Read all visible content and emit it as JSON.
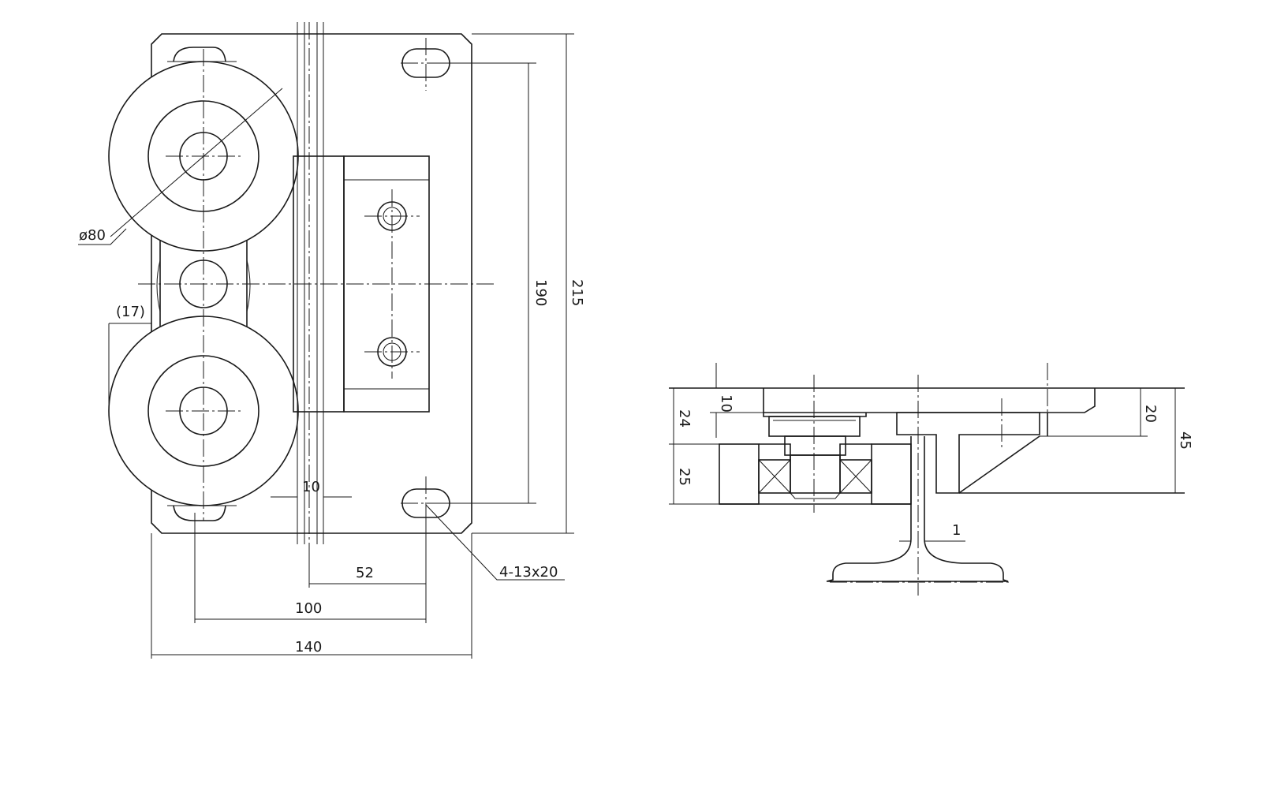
{
  "dimensions": {
    "wheel_diameter": "ø80",
    "offset_17": "(17)",
    "rail_gap_10": "10",
    "dim_52": "52",
    "dim_100": "100",
    "dim_140": "140",
    "height_190": "190",
    "height_215": "215",
    "slot_callout": "4-13x20",
    "side_10": "10",
    "side_24": "24",
    "side_25": "25",
    "side_20": "20",
    "side_45": "45",
    "clearance_1": "1"
  },
  "colors": {
    "line": "#1a1a1a",
    "background": "#ffffff"
  }
}
